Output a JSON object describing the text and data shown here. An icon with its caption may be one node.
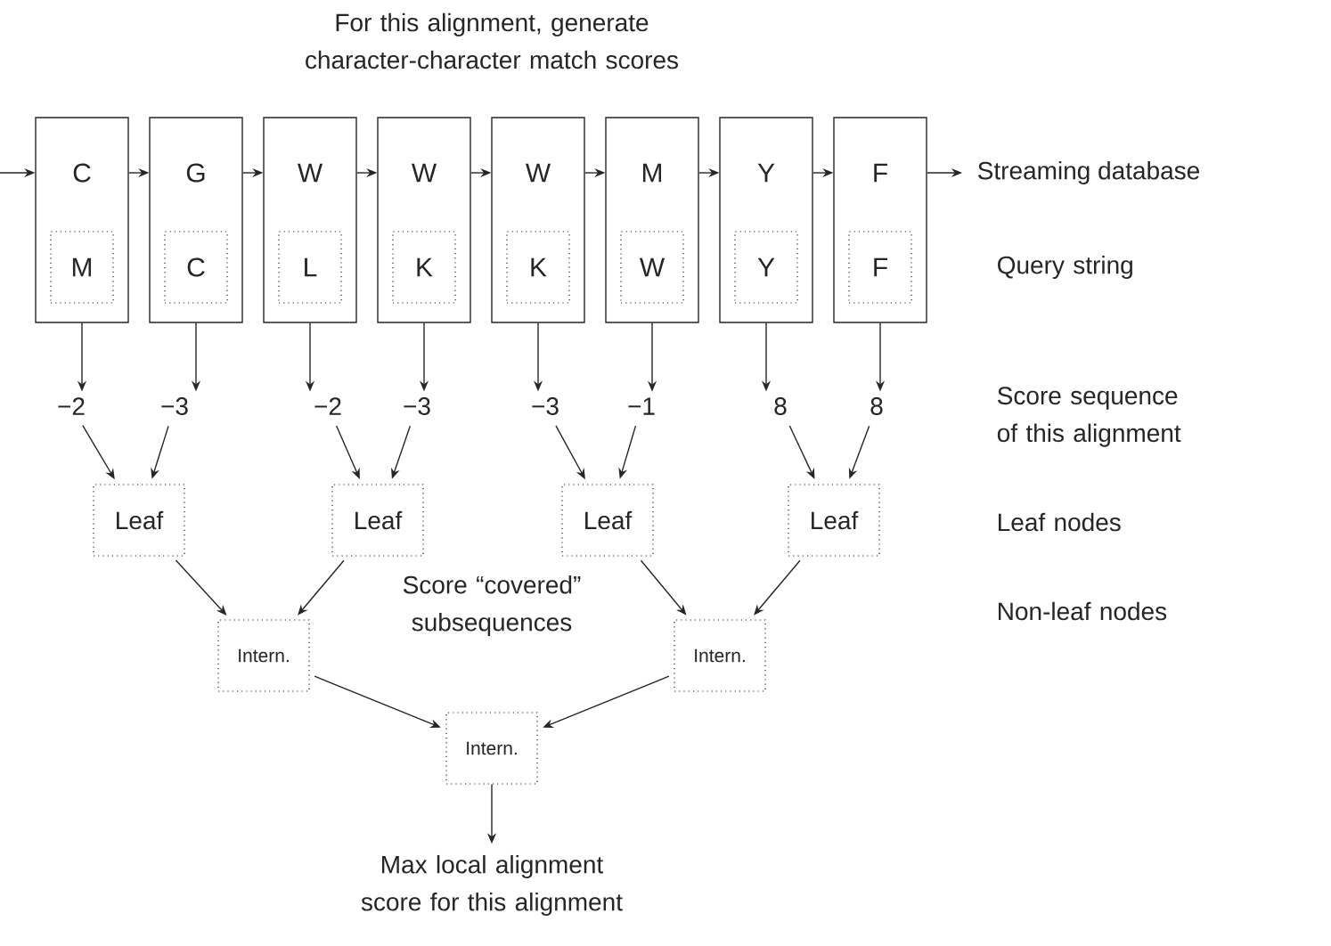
{
  "diagram": {
    "title": "For this alignment, generate character-character match scores",
    "nodes": [
      {
        "text": [
          "C"
        ]
      },
      {
        "text": [
          "M"
        ],
        "in": 0
      },
      {
        "text": [
          "G"
        ]
      },
      {
        "text": [
          "C"
        ],
        "in": 2
      },
      {
        "text": [
          "W"
        ]
      },
      {
        "text": [
          "L"
        ],
        "in": 4
      },
      {
        "text": [
          "W"
        ]
      },
      {
        "text": [
          "K"
        ],
        "in": 6
      },
      {
        "text": [
          "W"
        ]
      },
      {
        "text": [
          "K"
        ],
        "in": 8
      },
      {
        "text": [
          "M"
        ]
      },
      {
        "text": [
          "W"
        ],
        "in": 10
      },
      {
        "text": [
          "Y"
        ]
      },
      {
        "text": [
          "Y"
        ],
        "in": 12
      },
      {
        "text": [
          "F"
        ]
      },
      {
        "text": [
          "F"
        ],
        "in": 14
      },
      {
        "text": [
          "Streaming database"
        ]
      },
      {
        "text": [
          "−2"
        ]
      },
      {
        "text": [
          "−3"
        ]
      },
      {
        "text": [
          "−2"
        ]
      },
      {
        "text": [
          "−3"
        ]
      },
      {
        "text": [
          "−3"
        ]
      },
      {
        "text": [
          "−1"
        ]
      },
      {
        "text": [
          "8"
        ]
      },
      {
        "text": [
          "8"
        ]
      },
      {
        "text": [
          "Leaf"
        ]
      },
      {
        "text": [
          "Leaf"
        ]
      },
      {
        "text": [
          "Leaf"
        ]
      },
      {
        "text": [
          "Leaf"
        ]
      },
      {
        "text": [
          "Intern."
        ]
      },
      {
        "text": [
          "Intern."
        ]
      },
      {
        "text": [
          "Intern."
        ]
      },
      {
        "text": [
          "Max local alignment score for this alignment"
        ]
      }
    ],
    "edges": [
      {
        "from": null,
        "to": 0,
        "arrow": "to"
      },
      {
        "from": 0,
        "to": 2,
        "arrow": "to"
      },
      {
        "from": 2,
        "to": 4,
        "arrow": "to"
      },
      {
        "from": 4,
        "to": 6,
        "arrow": "to"
      },
      {
        "from": 6,
        "to": 8,
        "arrow": "to"
      },
      {
        "from": 8,
        "to": 10,
        "arrow": "to"
      },
      {
        "from": 10,
        "to": 12,
        "arrow": "to"
      },
      {
        "from": 12,
        "to": 14,
        "arrow": "to"
      },
      {
        "from": 14,
        "to": 16,
        "arrow": "to"
      },
      {
        "from": 0,
        "to": 17,
        "arrow": "to"
      },
      {
        "from": 2,
        "to": 18,
        "arrow": "to"
      },
      {
        "from": 4,
        "to": 19,
        "arrow": "to"
      },
      {
        "from": 6,
        "to": 20,
        "arrow": "to"
      },
      {
        "from": 8,
        "to": 21,
        "arrow": "to"
      },
      {
        "from": 10,
        "to": 22,
        "arrow": "to"
      },
      {
        "from": 12,
        "to": 23,
        "arrow": "to"
      },
      {
        "from": 14,
        "to": 24,
        "arrow": "to"
      },
      {
        "from": 17,
        "to": 25,
        "arrow": "to"
      },
      {
        "from": 18,
        "to": 25,
        "arrow": "to"
      },
      {
        "from": 19,
        "to": 26,
        "arrow": "to"
      },
      {
        "from": 20,
        "to": 26,
        "arrow": "to"
      },
      {
        "from": 21,
        "to": 27,
        "arrow": "to"
      },
      {
        "from": 22,
        "to": 27,
        "arrow": "to"
      },
      {
        "from": 23,
        "to": 28,
        "arrow": "to"
      },
      {
        "from": 24,
        "to": 28,
        "arrow": "to"
      },
      {
        "from": 25,
        "to": 29,
        "arrow": "to"
      },
      {
        "from": 26,
        "to": 29,
        "arrow": "to"
      },
      {
        "from": 27,
        "to": 30,
        "arrow": "to"
      },
      {
        "from": 28,
        "to": 30,
        "arrow": "to"
      },
      {
        "from": 29,
        "to": 31,
        "arrow": "to"
      },
      {
        "from": 30,
        "to": 31,
        "arrow": "to"
      },
      {
        "from": 31,
        "to": 32,
        "arrow": "to"
      }
    ],
    "labels": [
      "Query string",
      "Score sequence of this alignment",
      "Leaf nodes",
      "Score “covered” subsequences",
      "Non-leaf nodes"
    ]
  }
}
